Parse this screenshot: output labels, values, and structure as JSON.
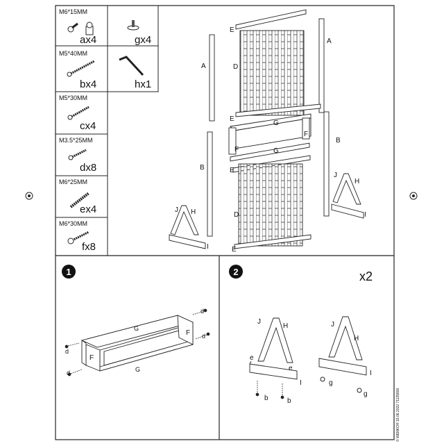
{
  "parts": [
    {
      "size": "M6*15MM",
      "qty": "ax4"
    },
    {
      "size": "",
      "qty": "gx4"
    },
    {
      "size": "M5*40MM",
      "qty": "bx4"
    },
    {
      "size": "",
      "qty": "hx1"
    },
    {
      "size": "M5*30MM",
      "qty": "cx4"
    },
    {
      "size": "M3.5*25MM",
      "qty": "dx8"
    },
    {
      "size": "M6*25MM",
      "qty": "ex4"
    },
    {
      "size": "M6*30MM",
      "qty": "fx8"
    }
  ],
  "exploded_labels": {
    "a": "A",
    "b": "B",
    "d": "D",
    "e": "E",
    "f": "F",
    "g": "G",
    "h": "H",
    "i": "I",
    "j": "J"
  },
  "steps": [
    {
      "number": "1",
      "labels": {
        "g": "G",
        "f": "F",
        "d": "d"
      }
    },
    {
      "number": "2",
      "multiplier": "x2",
      "labels": {
        "j": "J",
        "h": "H",
        "i": "I",
        "e": "e",
        "b": "b",
        "g": "g"
      }
    }
  ],
  "footer_text": "© WENKO® 18.06.2022 71135800",
  "icons": [
    "registration-mark-icon"
  ]
}
